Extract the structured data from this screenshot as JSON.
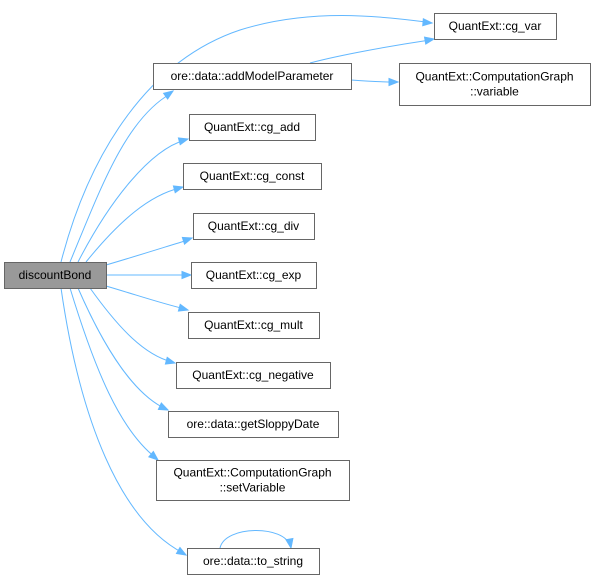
{
  "graph": {
    "colors": {
      "edge": "#63b8ff",
      "root_fill": "#999999",
      "node_border": "#666666"
    },
    "nodes": {
      "discountBond": {
        "lines": [
          "discountBond"
        ],
        "root": true
      },
      "cg_var": {
        "lines": [
          "QuantExt::cg_var"
        ]
      },
      "addModelParameter": {
        "lines": [
          "ore::data::addModelParameter"
        ]
      },
      "cgVariable": {
        "lines": [
          "QuantExt::ComputationGraph",
          "::variable"
        ]
      },
      "cg_add": {
        "lines": [
          "QuantExt::cg_add"
        ]
      },
      "cg_const": {
        "lines": [
          "QuantExt::cg_const"
        ]
      },
      "cg_div": {
        "lines": [
          "QuantExt::cg_div"
        ]
      },
      "cg_exp": {
        "lines": [
          "QuantExt::cg_exp"
        ]
      },
      "cg_mult": {
        "lines": [
          "QuantExt::cg_mult"
        ]
      },
      "cg_negative": {
        "lines": [
          "QuantExt::cg_negative"
        ]
      },
      "getSloppyDate": {
        "lines": [
          "ore::data::getSloppyDate"
        ]
      },
      "setVariable": {
        "lines": [
          "QuantExt::ComputationGraph",
          "::setVariable"
        ]
      },
      "to_string": {
        "lines": [
          "ore::data::to_string"
        ]
      }
    }
  }
}
